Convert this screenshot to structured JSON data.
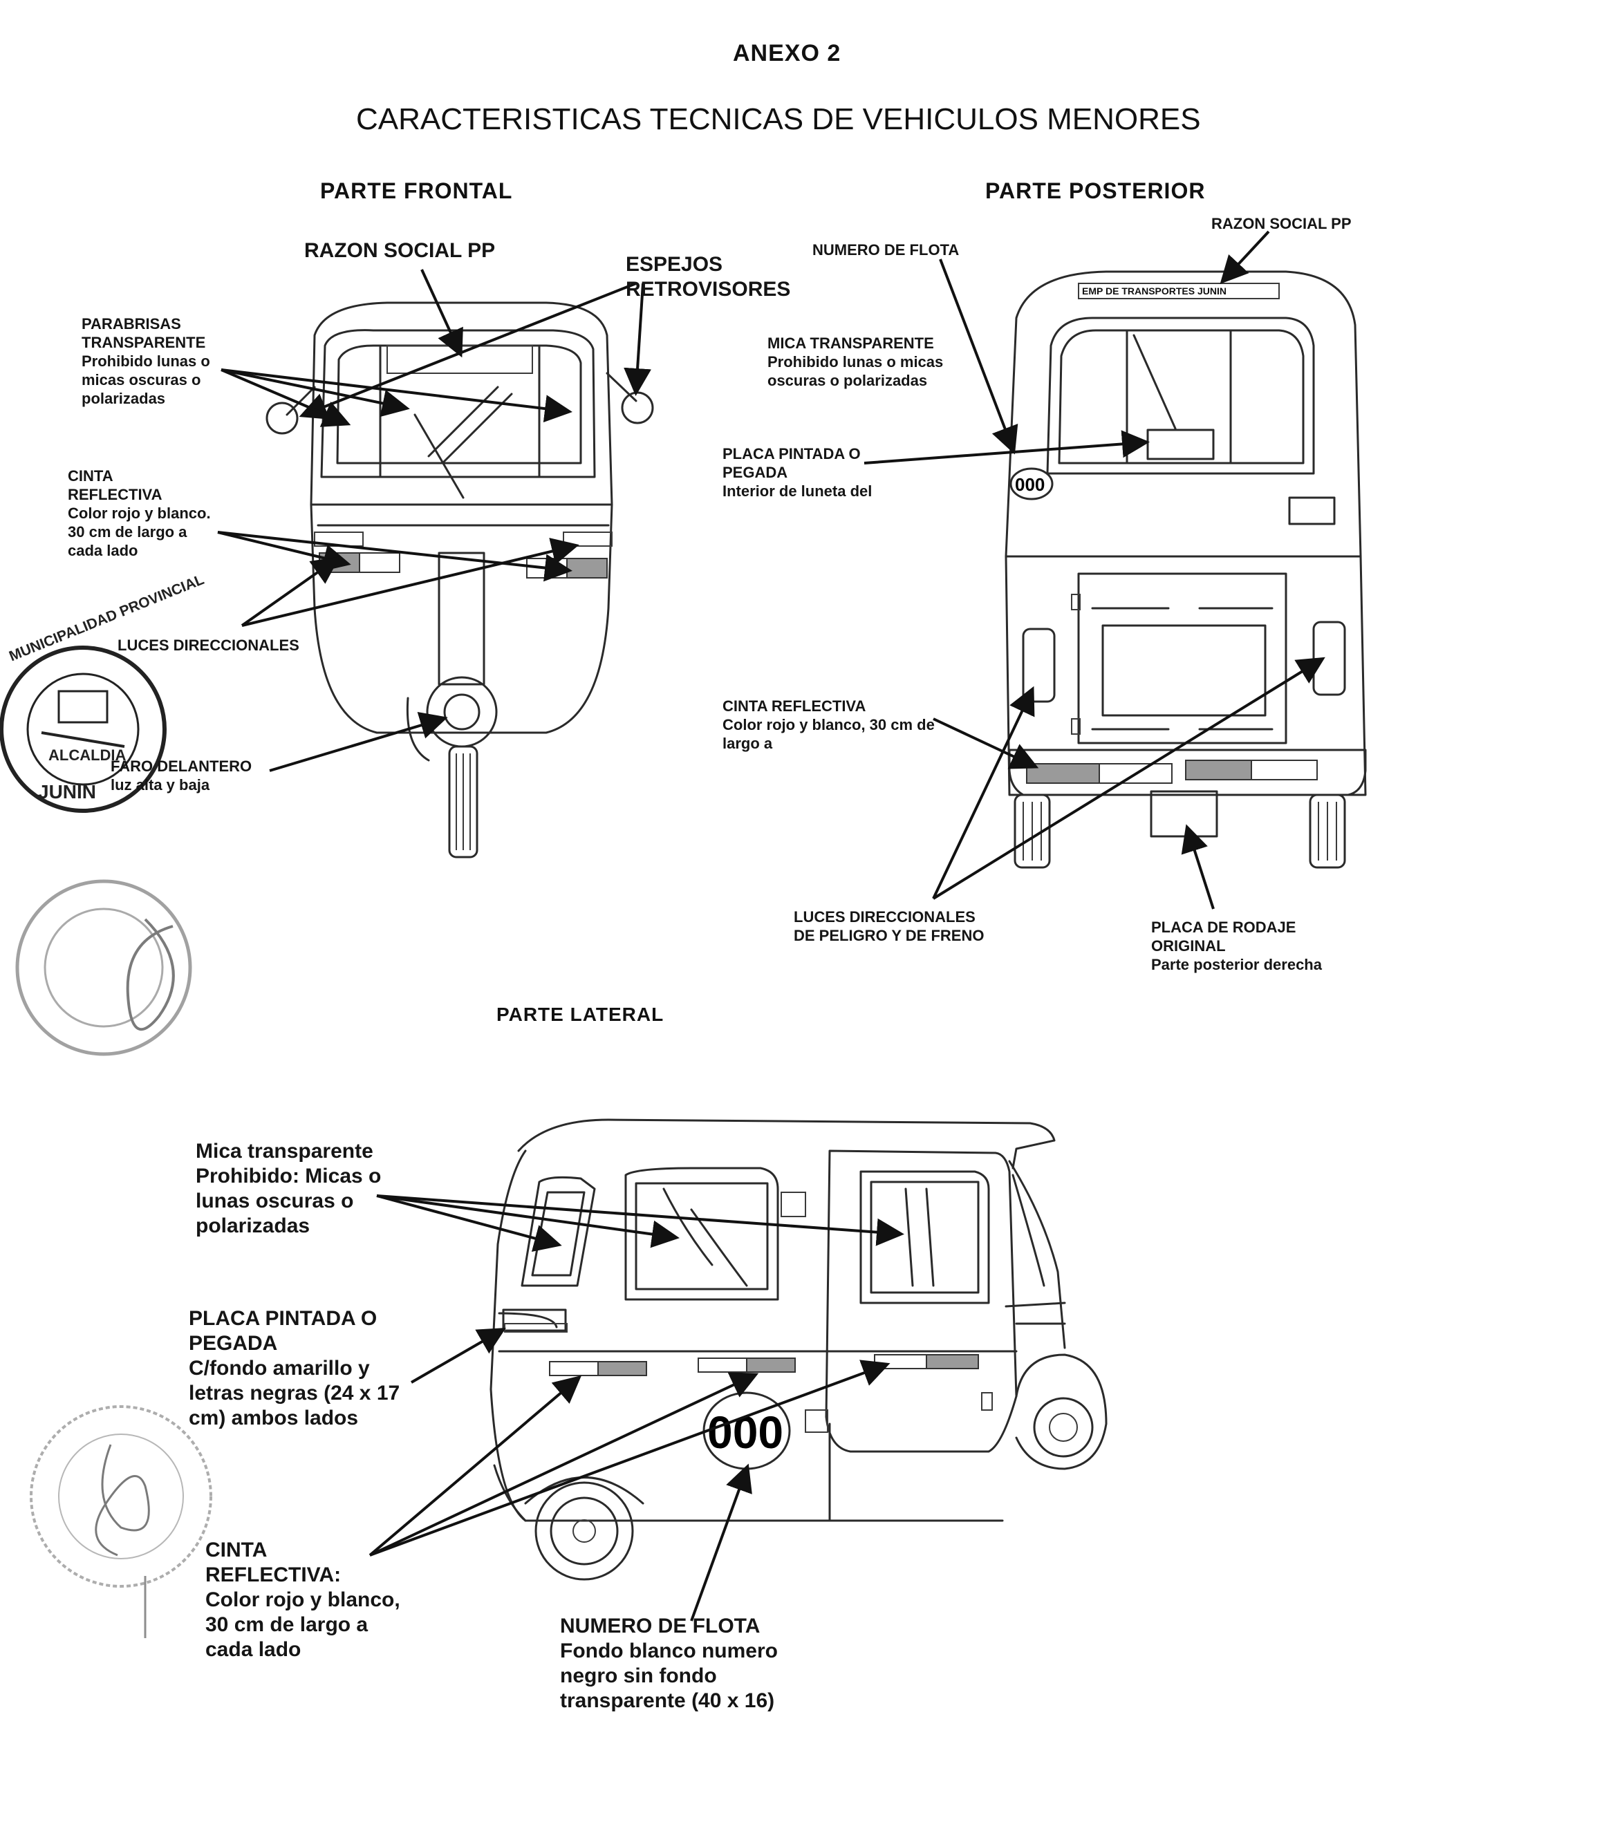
{
  "header": {
    "annex": "ANEXO 2",
    "title": "CARACTERISTICAS TECNICAS DE VEHICULOS MENORES"
  },
  "sections": {
    "front": "PARTE FRONTAL",
    "rear": "PARTE POSTERIOR",
    "side": "PARTE LATERAL"
  },
  "front_labels": {
    "razon_social": "RAZON SOCIAL PP",
    "espejos_1": "ESPEJOS",
    "espejos_2": "RETROVISORES",
    "parabrisas_1": "PARABRISAS",
    "parabrisas_2": "TRANSPARENTE",
    "parabrisas_3": "Prohibido lunas o",
    "parabrisas_4": "micas oscuras o",
    "parabrisas_5": "polarizadas",
    "cinta_1": "CINTA",
    "cinta_2": "REFLECTIVA",
    "cinta_3": "Color rojo y blanco.",
    "cinta_4": "30 cm de largo a",
    "cinta_5": "cada lado",
    "luces": "LUCES DIRECCIONALES",
    "faro_1": "FARO DELANTERO",
    "faro_2": "luz alta y baja"
  },
  "rear_labels": {
    "razon_social": "RAZON SOCIAL PP",
    "numero_flota": "NUMERO DE FLOTA",
    "mica_1": "MICA TRANSPARENTE",
    "mica_2": "Prohibido lunas o micas",
    "mica_3": "oscuras o polarizadas",
    "placa_1": "PLACA PINTADA O",
    "placa_2": "PEGADA",
    "placa_3": "Interior de luneta del",
    "cinta_1": "CINTA REFLECTIVA",
    "cinta_2": "Color rojo y blanco, 30 cm de",
    "cinta_3": "largo a",
    "luces_1": "LUCES DIRECCIONALES",
    "luces_2": "DE PELIGRO Y DE FRENO",
    "rodaje_1": "PLACA DE RODAJE",
    "rodaje_2": "ORIGINAL",
    "rodaje_3": "Parte posterior derecha",
    "roof_plate": "EMP DE TRANSPORTES JUNIN",
    "fleet_number": "000"
  },
  "side_labels": {
    "mica_1": "Mica transparente",
    "mica_2": "Prohibido: Micas o",
    "mica_3": "lunas oscuras o",
    "mica_4": "polarizadas",
    "placa_1": "PLACA PINTADA O",
    "placa_2": "PEGADA",
    "placa_3": "C/fondo amarillo y",
    "placa_4": "letras negras (24 x 17",
    "placa_5": "cm) ambos lados",
    "cinta_1": "CINTA",
    "cinta_2": "REFLECTIVA:",
    "cinta_3": "Color rojo y blanco,",
    "cinta_4": "30 cm de largo a",
    "cinta_5": "cada lado",
    "flota_1": "NUMERO DE FLOTA",
    "flota_2": "Fondo blanco numero",
    "flota_3": "negro sin fondo",
    "flota_4": "transparente (40 x 16)",
    "fleet_number": "000"
  },
  "seals": {
    "seal_1_top": "MUNICIPALIDAD PROVINCIAL",
    "seal_1_mid": "ALCALDIA",
    "seal_1_bottom": "JUNIN"
  }
}
